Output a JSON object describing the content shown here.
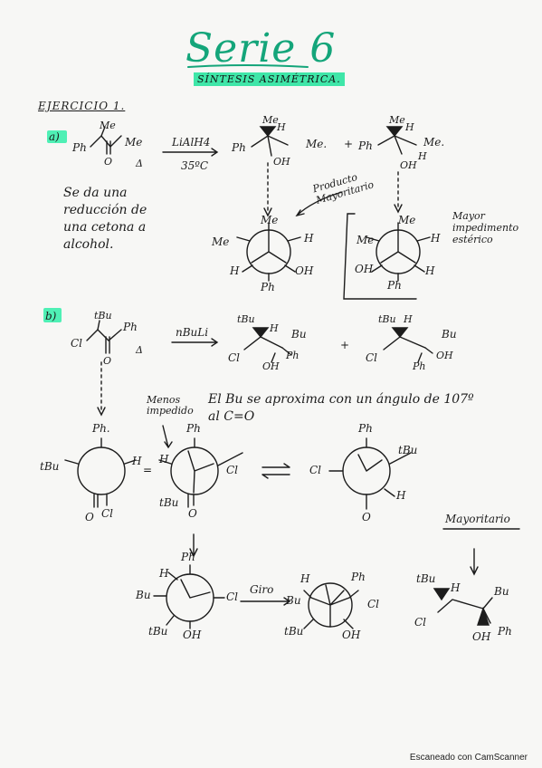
{
  "header": {
    "title": "Serie 6",
    "subtitle": "SÍNTESIS ASIMÉTRICA."
  },
  "section": {
    "label": "EJERCICIO 1."
  },
  "part_a": {
    "label": "a)",
    "reagent": "LiAlH4",
    "temperature": "35ºC",
    "note": "Se da una reducción de una cetona a alcohol.",
    "product_label": "Producto Mayoritario",
    "hindrance_note": "Mayor impedimento estérico",
    "atoms": {
      "me": "Me",
      "ph": "Ph",
      "h": "H",
      "oh": "OH",
      "plus": "+",
      "o": "O",
      "delta": "Δ",
      "meDot": "Me."
    }
  },
  "part_b": {
    "label": "b)",
    "reagent": "nBuLi",
    "approach_note": "El Bu se aproxima con un ángulo de 107º al C=O",
    "less_hindered": "Menos impedido",
    "rotation": "Giro",
    "major": "Mayoritario",
    "atoms": {
      "tbu": "tBu",
      "cl": "Cl",
      "ph": "Ph",
      "ph_dot": "Ph.",
      "bu": "Bu",
      "oh": "OH",
      "h": "H",
      "o": "O",
      "plus": "+",
      "equals": "=",
      "delta": "Δ"
    }
  },
  "footer": {
    "scanner": "Escaneado con CamScanner"
  }
}
